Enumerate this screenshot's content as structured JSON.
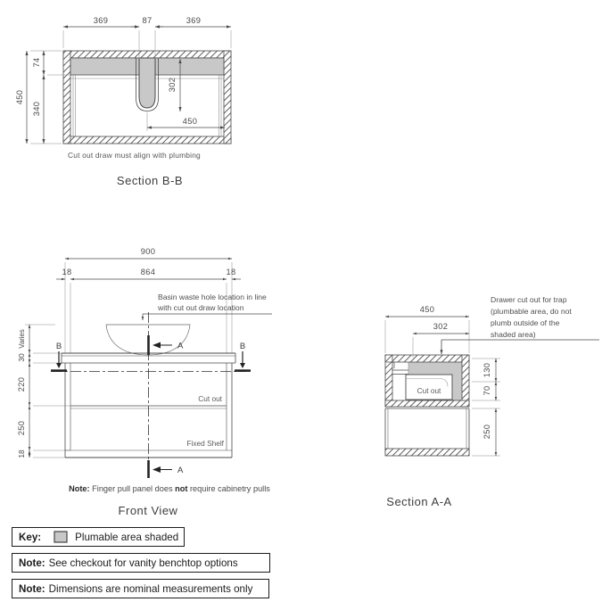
{
  "colors": {
    "shaded": "#c8c8c8",
    "line": "#4a4a4a"
  },
  "section_bb": {
    "title": "Section B-B",
    "caption": "Cut out draw must align with plumbing",
    "dim_top_left": "369",
    "dim_top_mid": "87",
    "dim_top_right": "369",
    "dim_left_outer": "450",
    "dim_left_top": "74",
    "dim_left_bottom": "340",
    "dim_trap_depth": "302",
    "dim_trap_offset": "450"
  },
  "front_view": {
    "title": "Front View",
    "dim_width": "900",
    "dim_left_panel": "18",
    "dim_inner_width": "864",
    "dim_right_panel": "18",
    "dim_varies": "Varies",
    "dim_benchtop": "30",
    "dim_drawer": "220",
    "dim_shelf": "250",
    "dim_bottom_panel": "18",
    "annotation_line1": "Basin waste hole location in line",
    "annotation_line2": "with cut out draw location",
    "label_cut_out": "Cut out",
    "label_fixed_shelf": "Fixed Shelf",
    "marker_a": "A",
    "marker_b": "B",
    "note_label": "Note:",
    "note_pre": " Finger pull panel does ",
    "note_bold": "not",
    "note_post": " require cabinetry pulls"
  },
  "section_aa": {
    "title": "Section A-A",
    "dim_width": "450",
    "dim_cutout_width": "302",
    "dim_top": "130",
    "dim_mid": "70",
    "dim_bottom": "250",
    "label_cut_out": "Cut out",
    "annotation_line1": "Drawer cut out for trap",
    "annotation_line2": "(plumbable area, do not",
    "annotation_line3": "plumb outside of the",
    "annotation_line4": "shaded area)"
  },
  "key_box": {
    "label": "Key:",
    "text": "Plumable area shaded"
  },
  "note_boxes": [
    {
      "label": "Note:",
      "text": " See checkout for vanity benchtop options"
    },
    {
      "label": "Note:",
      "text": " Dimensions are nominal measurements only"
    }
  ]
}
